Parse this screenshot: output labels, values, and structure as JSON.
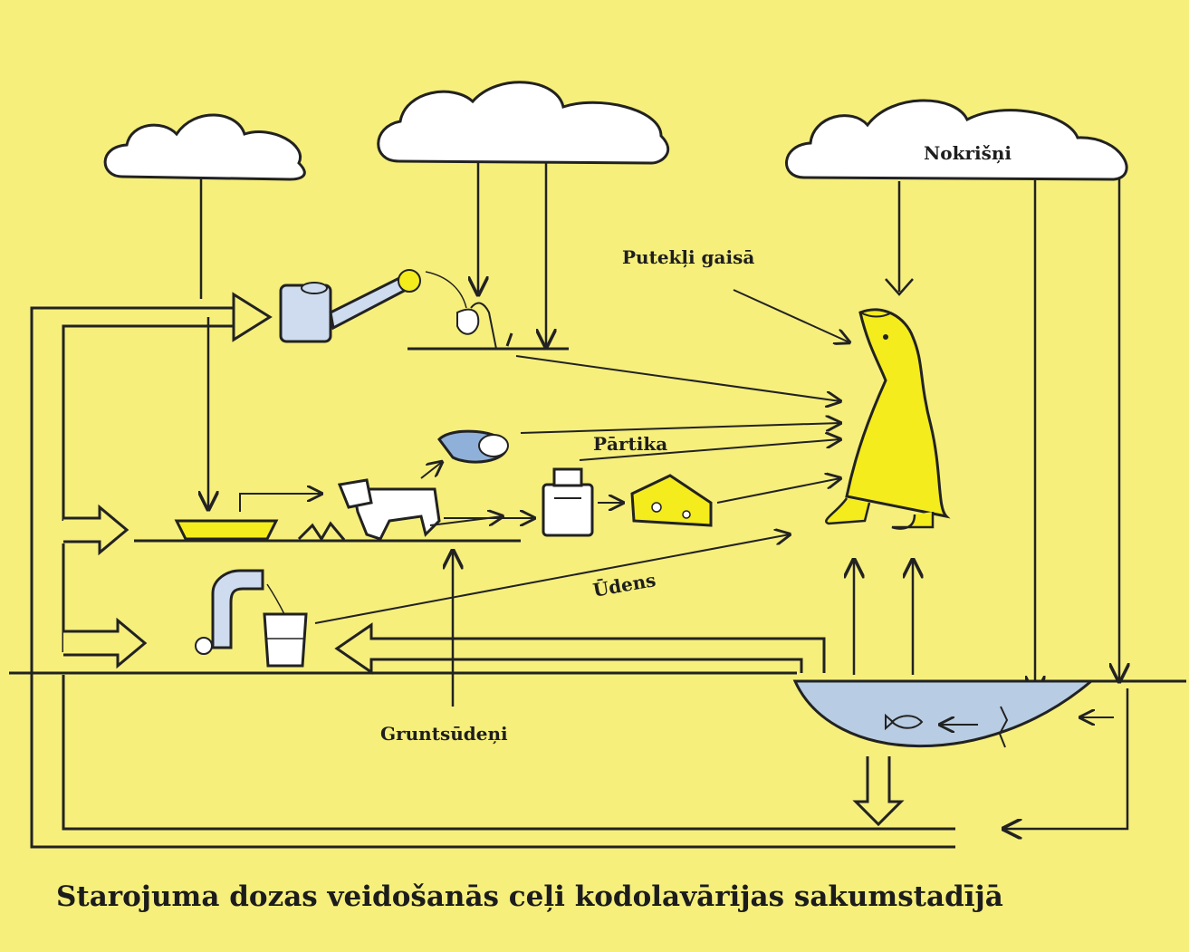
{
  "labels": {
    "precipitation": "Nokrišņi",
    "airborne_dust": "Putekļi gaisā",
    "food": "Pārtika",
    "water": "Ūdens",
    "groundwater": "Gruntsūdeņi"
  },
  "caption": "Starojuma dozas veidošanās ceļi kodolavārijas sakumstadījā",
  "colors": {
    "background": "#f6ef7c",
    "line": "#222222",
    "cloud": "#ffffff",
    "water": "#b8cde3",
    "person": "#f4ec1c"
  }
}
